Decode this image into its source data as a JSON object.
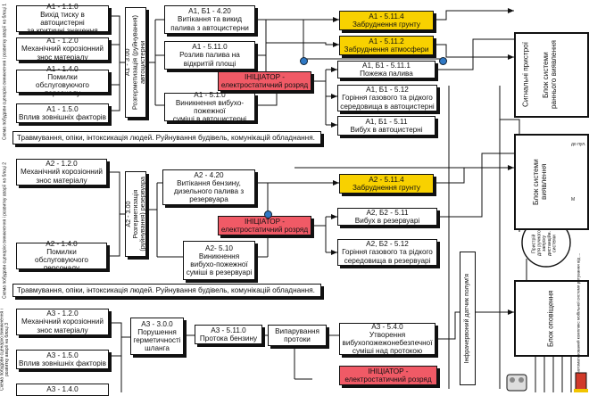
{
  "left_labels": {
    "s1": "Схема побудови сценарію виникнення і розвитку аварії на блоці 1",
    "s2": "Схема побудови сценарію виникнення і розвитку аварії на блоці 2",
    "s3": "Схема побудови сценарію виникнення і розвитку аварії на блоці 3"
  },
  "s1": {
    "b1": "А1 - 1.1.0\nВихід тиску в автоцистерні\nза критичні значення",
    "b2": "А1 - 1.2.0\nМеханічний корозіонний\nзнос матеріалу",
    "b3": "А1 - 1.4.0\nПомилки\nобслуговуючого персоналу",
    "b4": "А1 - 1.5.0\nВплив зовнішніх факторів",
    "vert": "А1 - 3.00\nРозгерметизація (руйнування)\nавтоцистерни",
    "c1": "А1, Б1 - 4.20\nВитікання та викид\nпалива з автоцистерни",
    "c2": "А1 - 5.11.0\nРозлив палива на\nвідкритій площі",
    "c3": "А1 - 5.1.0\nВиникнення вибухо-пожежної\nсуміші в автоцистерні",
    "y1": "А1 - 5.11.4\nЗабруднення грунту",
    "y2": "А1 - 5.11.2\nЗабруднення атмосфери",
    "init": "ІНІЦІАТОР -\nелектростатичний розряд",
    "r1": "А1, Б1 - 5.11.1\nПожежа палива",
    "r2": "А1, Б1 - 5.12\nГоріння газового та рідкого\nсередовища в автоцистерні",
    "r3": "А1, Б1 - 5.11\nВибух в автоцистерні",
    "band": "Травмування, опіки, інтоксикація людей. Руйнування будівель, комунікацій обладнання."
  },
  "s2": {
    "b1": "А2 - 1.2.0\nМеханічний корозіонний\nзнос матеріалу",
    "b2": "А2 - 1.4.0\nПомилки\nобслуговуючого персоналу",
    "vert": "А2 - 3.00\nРозгерметизація\n(руйнування) резервуара",
    "c1": "А2 - 4.20\nВитікання бензину,\nдизельного палива з\nрезервуара",
    "c2": "А2- 5.10\nВиникнення\nвибухо-пожежної\nсуміші в резервуарі",
    "y1": "А2 - 5.11.4\nЗабруднення грунту",
    "init": "ІНІЦІАТОР -\nелектростатичний розряд",
    "r1": "А2, Б2 - 5.11\nВибух в резервуарі",
    "r2": "А2, Б2 - 5.12\nГоріння газового та рідкого\nсередовища в резервуарі",
    "band": "Травмування, опіки, інтоксикація людей. Руйнування будівель, комунікацій обладнання."
  },
  "s3": {
    "b1": "А3 - 1.2.0\nМеханічний корозіонний\nзнос матеріалу",
    "b2": "А3 - 1.5.0\nВплив зовнішніх факторів",
    "b3": "А3 - 1.4.0",
    "c1": "А3 - 3.0.0\nПорушення\nгерметичності\nшланга",
    "c2": "А3 - 5.11.0\nПротока бензину",
    "c3": "Випарування\nпротоки",
    "c4": "А3 - 5.4.0\nУтворення\nвибухопожежонебезпечної\nсуміші над протокою",
    "init": "ІНІЦІАТОР -\nелектростатичний розряд"
  },
  "right": {
    "signal": "Сигнальні пристрої",
    "early_block": "Блок системи\nраннього виявлення",
    "detect_block": "Блок системи\nвиявлення",
    "ir_sensor": "Інфрачервоний датчик полум'я",
    "device": "Пристрій\nдля ручного\nзапуску\nдистанційн.\nсистеми",
    "notify": "Блок оповіщення",
    "tiny_1": "до пул.",
    "tiny_2": "М",
    "tiny_3": "Автоматизований комплекс мобільної системи рятування від ...",
    "tiny_4": "..."
  }
}
